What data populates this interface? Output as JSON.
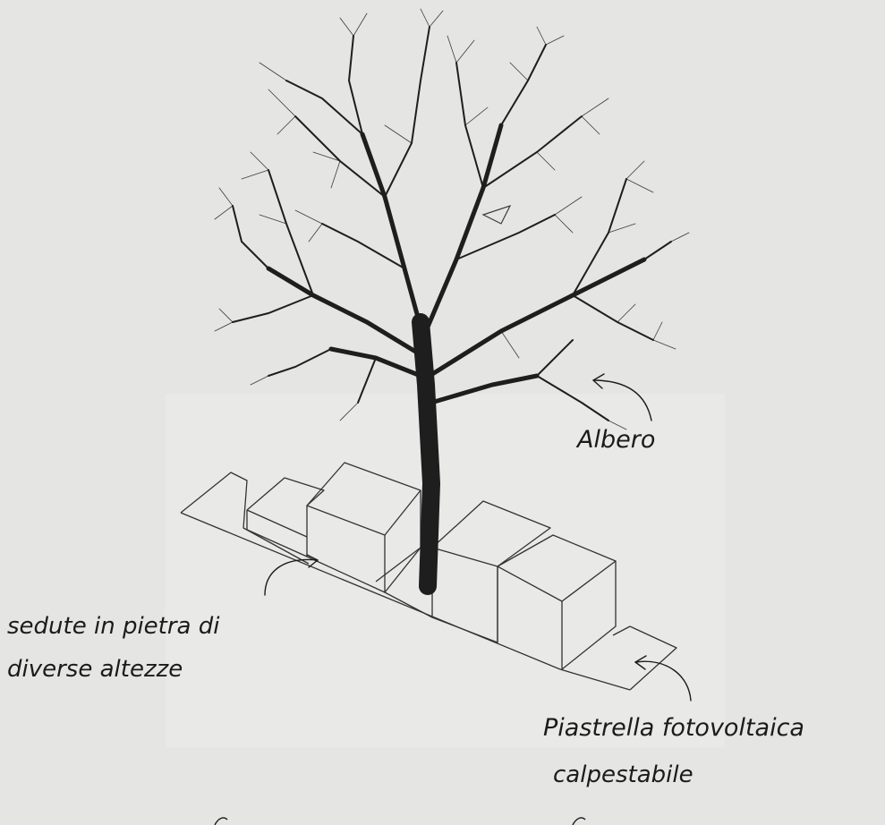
{
  "labels": {
    "albero": "Albero",
    "sedute_line1": "sedute  in  pietra   di",
    "sedute_line2": "diverse  altezze",
    "piastrella_line1": "Piastrella  fotovoltaica",
    "piastrella_line2": "calpestabile"
  },
  "colors": {
    "background": "#e5e5e3",
    "paper": "#e9e9e7",
    "ink": "#1b1b1b",
    "tree": "#1e1e1e"
  }
}
